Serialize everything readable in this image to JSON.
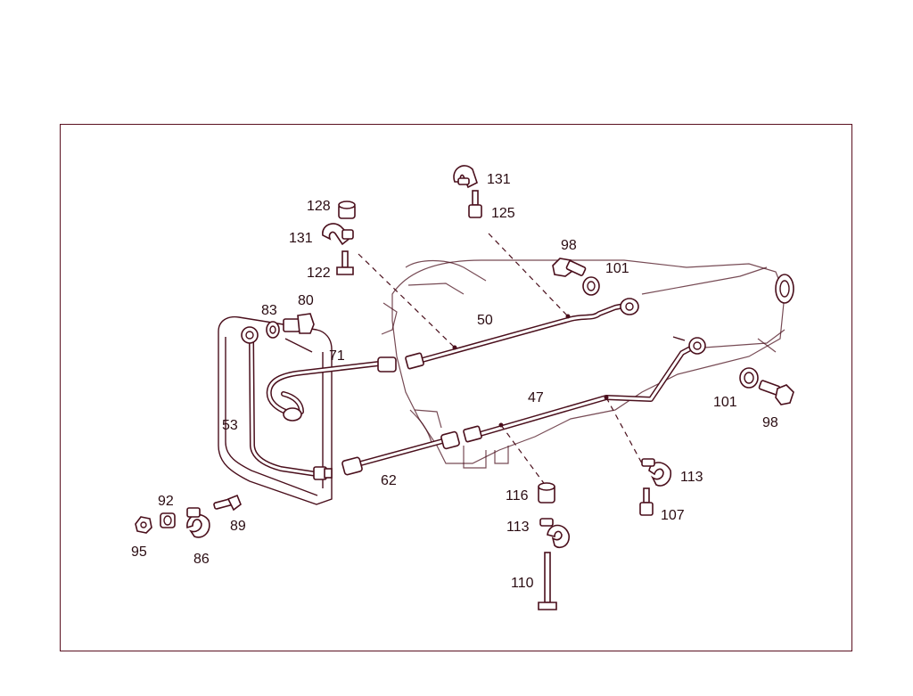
{
  "diagram": {
    "labels": {
      "p131a": "131",
      "p125": "125",
      "p128": "128",
      "p131b": "131",
      "p122": "122",
      "p98a": "98",
      "p101a": "101",
      "p83": "83",
      "p80": "80",
      "p50": "50",
      "p71": "71",
      "p47": "47",
      "p101b": "101",
      "p98b": "98",
      "p53": "53",
      "p113a": "113",
      "p62": "62",
      "p116": "116",
      "p107": "107",
      "p92": "92",
      "p89": "89",
      "p113b": "113",
      "p95": "95",
      "p86": "86",
      "p110": "110"
    }
  }
}
